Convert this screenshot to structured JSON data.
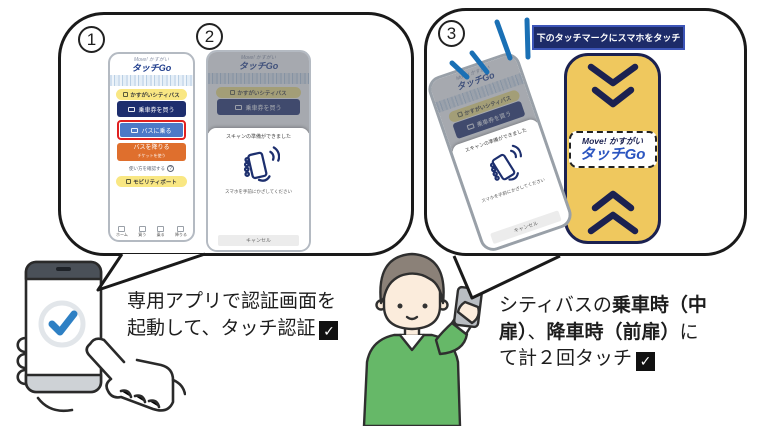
{
  "colors": {
    "banner_navy": "#1d2b69",
    "app_navy_button": "#1d2e6e",
    "app_blue_button": "#4c79c7",
    "app_orange_button": "#df6f2d",
    "highlight_red": "#e02020",
    "touch_mark_yellow": "#efc85e",
    "tap_line_blue": "#1a70b5",
    "check_blue": "#2e80c4",
    "shirt_green": "#66b868",
    "checkbox_black": "#111111"
  },
  "steps": {
    "one": "1",
    "two": "2",
    "three": "3"
  },
  "bubble1": {
    "app": {
      "brand_small": "Move! かすがい",
      "brand_large": "タッチGo",
      "city_bus_label": "かすがいシティバス",
      "buy_button": "乗車券を買う",
      "ride_button": "バスに乗る",
      "getoff_button": "バスを降りる",
      "getoff_sub": "チケットを使う",
      "help_text": "使い方を確認する",
      "help_mark": "?",
      "mobility_label": "モビリティポート",
      "nav_items": [
        {
          "icon": "home-icon",
          "label": "ホーム"
        },
        {
          "icon": "ticket-icon",
          "label": "買う"
        },
        {
          "icon": "bus-icon",
          "label": "乗る"
        },
        {
          "icon": "getoff-icon",
          "label": "降りる"
        }
      ]
    },
    "scan": {
      "ready_title": "スキャンの準備ができました",
      "hint": "スマホを手前にかざしてください",
      "cancel_label": "キャンセル"
    }
  },
  "bubble2": {
    "banner": "下のタッチマークにスマホをタッチ",
    "mark_brand_small": "Move! かすがい",
    "mark_brand_large": "タッチGo"
  },
  "caption_left": {
    "line1": "専用アプリで認証画面を",
    "line2": "起動して、タッチ認証",
    "check": "✓"
  },
  "caption_right": {
    "seg1": "シティバスの",
    "seg2_bold": "乗車時（中",
    "seg3_bold": "扉）",
    "seg4": "、",
    "seg5_bold": "降車時（前扉）",
    "seg6": "に",
    "seg7": "て計２回タッチ",
    "check": "✓"
  }
}
